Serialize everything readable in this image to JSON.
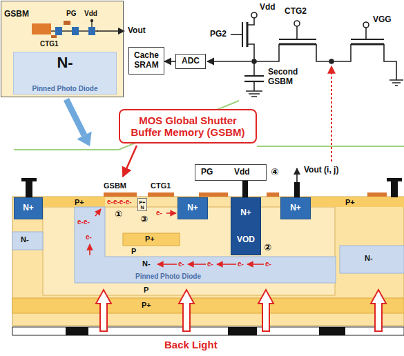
{
  "diagram": {
    "nodes": [
      {
        "text": [
          "GSBM",
          "PG",
          "Vdd",
          "CTG1"
        ]
      },
      {
        "text": [
          "N-",
          "Pinned Photo Diode"
        ],
        "in": 0
      },
      {
        "text": [
          "Cache SRAM"
        ]
      },
      {
        "text": [
          "ADC"
        ]
      },
      {
        "text": [
          "MOS Global Shutter Buffer Memory (GSBM)"
        ]
      },
      {
        "text": [
          "PG",
          "Vdd"
        ]
      },
      {
        "text": [
          "N+"
        ]
      },
      {
        "text": [
          "N+"
        ]
      },
      {
        "text": [
          "N+",
          "VOD"
        ]
      },
      {
        "text": [
          "N+"
        ]
      },
      {
        "text": [
          "P+",
          "N"
        ]
      }
    ],
    "edges": [
      {
        "from": 3,
        "to": 2,
        "arrow": "to"
      }
    ],
    "labels": [
      "Vout",
      "PG2",
      "Vdd",
      "CTG2",
      "VGG",
      "Second GSBM",
      "GSBM",
      "CTG1",
      "④",
      "Vout (i, j)",
      "P+",
      "e-e-e-e-",
      "①",
      "③",
      "e-",
      "e-e-",
      "e-",
      "P+",
      "P",
      "②",
      "e-",
      "e-",
      "e-",
      "e-",
      "N-",
      "N-",
      "Pinned Photo Diode",
      "P",
      "P+",
      "P+",
      "N-",
      "Back Light"
    ]
  }
}
